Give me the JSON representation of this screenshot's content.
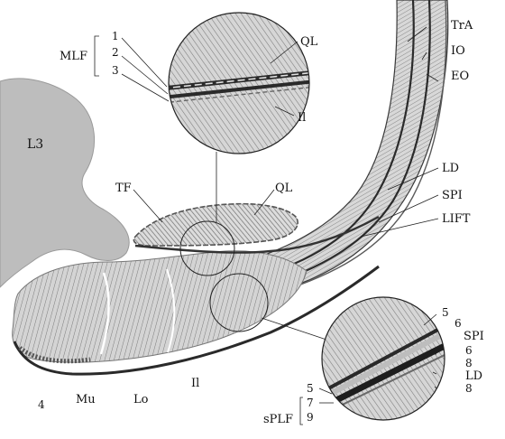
{
  "colors": {
    "background": "#ffffff",
    "bone": "#bdbdbd",
    "bone_outline": "#9a9a9a",
    "muscle_fill": "#d2d2d2",
    "muscle_hatch": "#7a7a7a",
    "fascia_dark": "#2b2b2b",
    "fascia_light": "#cfcfcf",
    "text": "#111111"
  },
  "labels": {
    "l3": "L3",
    "mlf": "MLF",
    "n1": "1",
    "n2": "2",
    "n3": "3",
    "ql_top": "QL",
    "il_top": "Il",
    "tra": "TrA",
    "io": "IO",
    "eo": "EO",
    "ld": "LD",
    "spi": "SPI",
    "lift": "LIFT",
    "tf": "TF",
    "ql_mid": "QL",
    "il_bottom": "Il",
    "lo": "Lo",
    "mu": "Mu",
    "n4": "4",
    "n5_top": "5",
    "n6_top": "6",
    "spi_inset": "SPI",
    "n6_mid": "6",
    "n8_top": "8",
    "ld_inset": "LD",
    "n8_bottom": "8",
    "n5_left": "5",
    "n7": "7",
    "splf": "sPLF",
    "n9": "9"
  }
}
